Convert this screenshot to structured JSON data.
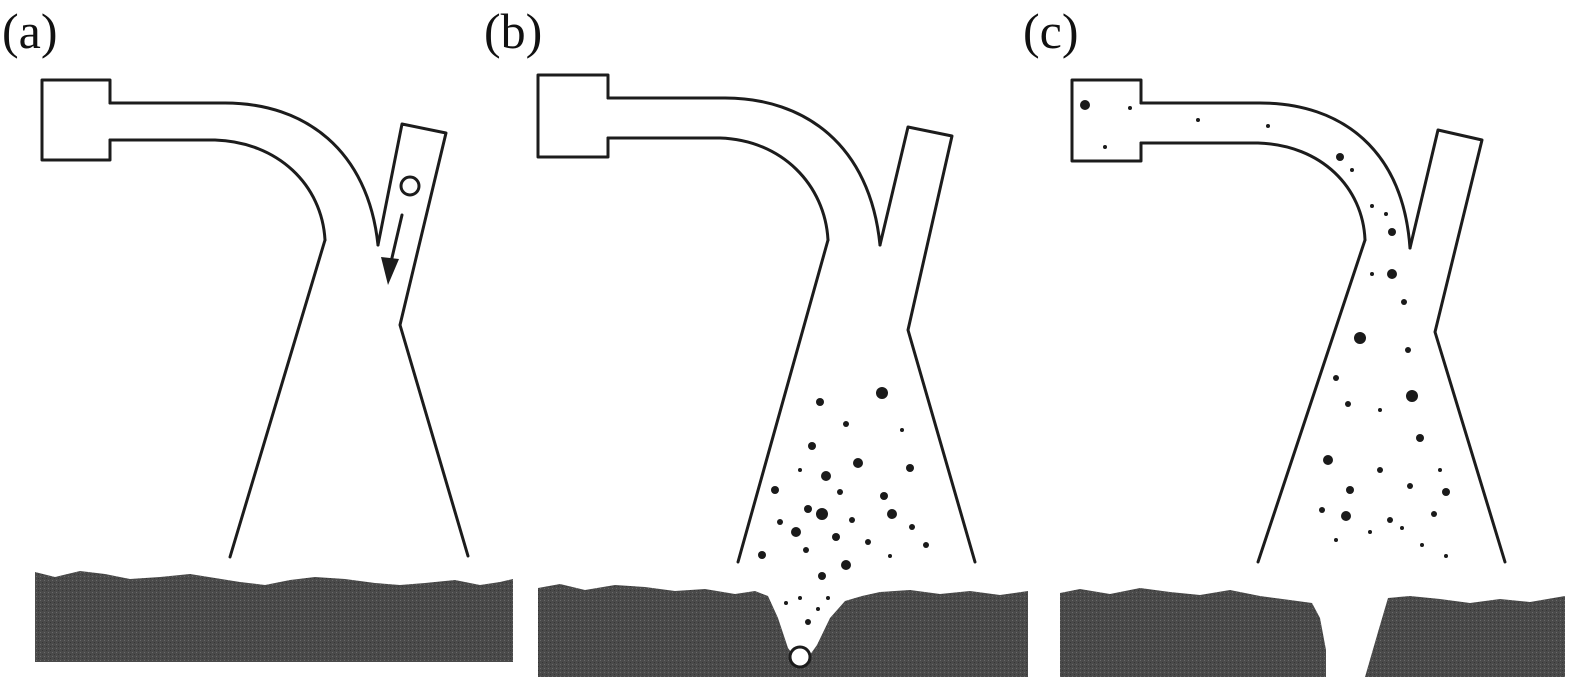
{
  "labels": {
    "panel_a": "(a)",
    "panel_b": "(b)",
    "panel_c": "(c)"
  },
  "colors": {
    "outline": "#1c1c1c",
    "substrate": "#4a4a4a",
    "particle": "#1a1a1a",
    "background": "#ffffff"
  }
}
